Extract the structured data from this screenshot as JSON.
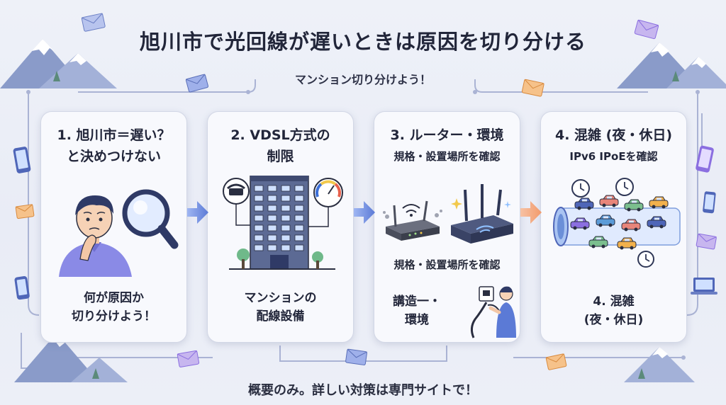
{
  "title": "旭川市で光回線が遅いときは原因を切り分ける",
  "subtitle": "マンション切り分けよう！",
  "footer": "概要のみ。詳しい対策は専門サイトで！",
  "colors": {
    "background": "#eef1f8",
    "card": "#f8f9fd",
    "card_border": "#d2d7e6",
    "accent_blue": "#3b6fd8",
    "accent_purple": "#8b6fe0",
    "arrow_orange": "#f29a6b"
  },
  "steps": [
    {
      "heading_line1": "1. 旭川市＝遅い？",
      "heading_line2": "と決めつけない",
      "caption_line1": "何が原因か",
      "caption_line2": "切り分けよう！",
      "icon": "worried-person-magnifier-icon"
    },
    {
      "heading_line1": "2. VDSL方式の",
      "heading_line2": "制限",
      "caption_line1": "マンションの",
      "caption_line2": "配線設備",
      "icon": "apartment-building-phone-speedometer-icon"
    },
    {
      "heading_line1": "3. ルーター・環境",
      "heading_line2": "規格・設置場所を確認",
      "middle_text": "規格・設置場所を確認",
      "caption_line1": "講造一・",
      "caption_line2": "環境",
      "icon": "router-icon"
    },
    {
      "heading_line1": "4. 混雑 (夜・休日)",
      "heading_line2": "IPv6 IPoEを確認",
      "caption_line1": "4. 混雑",
      "caption_line2": "(夜・休日)",
      "icon": "traffic-tunnel-icon"
    }
  ]
}
